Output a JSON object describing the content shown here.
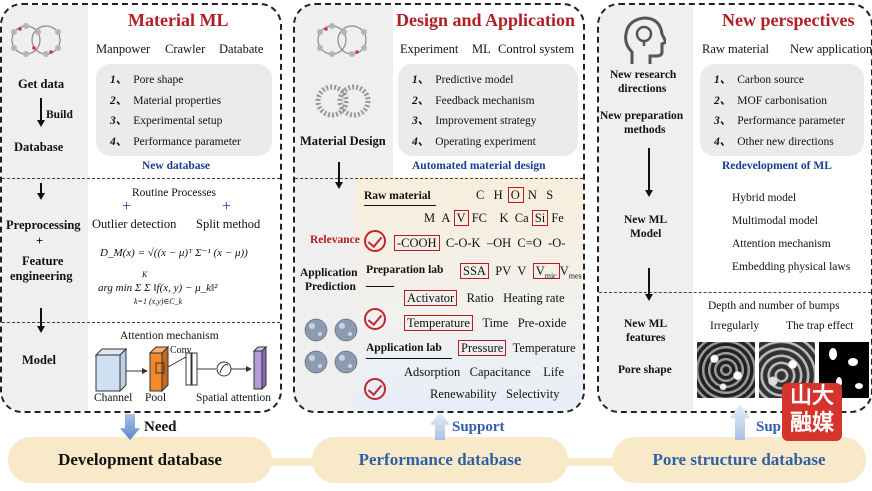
{
  "panel1": {
    "title": "Material ML",
    "sources": [
      "Manpower",
      "Crawler",
      "Databate"
    ],
    "left": {
      "get_data": "Get data",
      "build": "Build",
      "database": "Database",
      "preprocessing": "Preprocessing",
      "plus": "+",
      "feature": "Feature",
      "engineering": "engineering",
      "model": "Model"
    },
    "list": [
      {
        "n": "1、",
        "label": "Pore shape"
      },
      {
        "n": "2、",
        "label": "Material properties"
      },
      {
        "n": "3、",
        "label": "Experimental setup"
      },
      {
        "n": "4、",
        "label": "Performance parameter"
      }
    ],
    "caption": "New database",
    "routine": "Routine Processes",
    "outlier": "Outlier detection",
    "split": "Split method",
    "formula1": "D_M(x) = √((x − μ)ᵀ Σ⁻¹ (x − μ))",
    "formula2": "arg min Σ Σ ‖f(x, y) − μ_k‖²",
    "formula2_sub": "k=1  (x,y)∈C_k",
    "formula2_sup": "K",
    "attention": "Attention mechanism",
    "conv": "Conv",
    "channel": "Channel",
    "pool": "Pool",
    "spatial": "Spatial attention"
  },
  "panel2": {
    "title": "Design and Application",
    "sources": [
      "Experiment",
      "ML",
      "Control system"
    ],
    "left": {
      "material_design": "Material Design",
      "relevance": "Relevance",
      "app_pred_1": "Application",
      "app_pred_2": "Prediction"
    },
    "list": [
      {
        "n": "1、",
        "label": "Predictive model"
      },
      {
        "n": "2、",
        "label": "Feedback mechanism"
      },
      {
        "n": "3、",
        "label": "Improvement strategy"
      },
      {
        "n": "4、",
        "label": "Operating experiment"
      }
    ],
    "caption": "Automated material design",
    "raw_material": "Raw material",
    "elements1": [
      "C",
      "H",
      "O",
      "N",
      "S"
    ],
    "elements2": [
      "M",
      "A",
      "V",
      "FC",
      "K",
      "Ca",
      "Si",
      "Fe"
    ],
    "groups": [
      "-COOH",
      "C-O-K",
      "–OH",
      "C=O",
      "-O-"
    ],
    "prep_lab": "Preparation lab",
    "prep_params": [
      "SSA",
      "PV",
      "V",
      "V",
      "mic",
      "V",
      "mes"
    ],
    "prep2": [
      "Activator",
      "Ratio",
      "Heating rate"
    ],
    "prep3": [
      "Temperature",
      "Time",
      "Pre-oxide"
    ],
    "app_lab": "Application lab",
    "app1": [
      "Pressure",
      "Temperature"
    ],
    "app2": [
      "Adsorption",
      "Capacitance",
      "Life"
    ],
    "app3": [
      "Renewability",
      "Selectivity"
    ]
  },
  "panel3": {
    "title": "New perspectives",
    "sources": [
      "Raw material",
      "New application"
    ],
    "left": {
      "research_1": "New research",
      "research_2": "directions",
      "prep_1": "New preparation",
      "prep_2": "methods",
      "ml_model_1": "New ML",
      "ml_model_2": "Model",
      "ml_feat_1": "New ML",
      "ml_feat_2": "features",
      "pore": "Pore shape"
    },
    "list": [
      {
        "n": "1、",
        "label": "Carbon source"
      },
      {
        "n": "2、",
        "label": "MOF carbonisation"
      },
      {
        "n": "3、",
        "label": "Performance parameter"
      },
      {
        "n": "4、",
        "label": "Other new directions"
      }
    ],
    "caption": "Redevelopment of ML",
    "models": [
      "Hybrid model",
      "Multimodal model",
      "Attention mechanism",
      "Embedding physical laws"
    ],
    "bumps": "Depth and number of bumps",
    "irregular": "Irregularly",
    "trap": "The trap effect"
  },
  "bottom": {
    "db1": "Development database",
    "db2": "Performance database",
    "db3": "Pore structure database",
    "need": "Need",
    "support1": "Support",
    "support2": "Sup"
  },
  "watermark": {
    "line1": "山大",
    "line2": "融媒"
  },
  "colors": {
    "title_red": "#b21e23",
    "caption_blue": "#1a3d8f",
    "support_blue": "#2f5fa8",
    "pill": "#f8e9c9"
  }
}
